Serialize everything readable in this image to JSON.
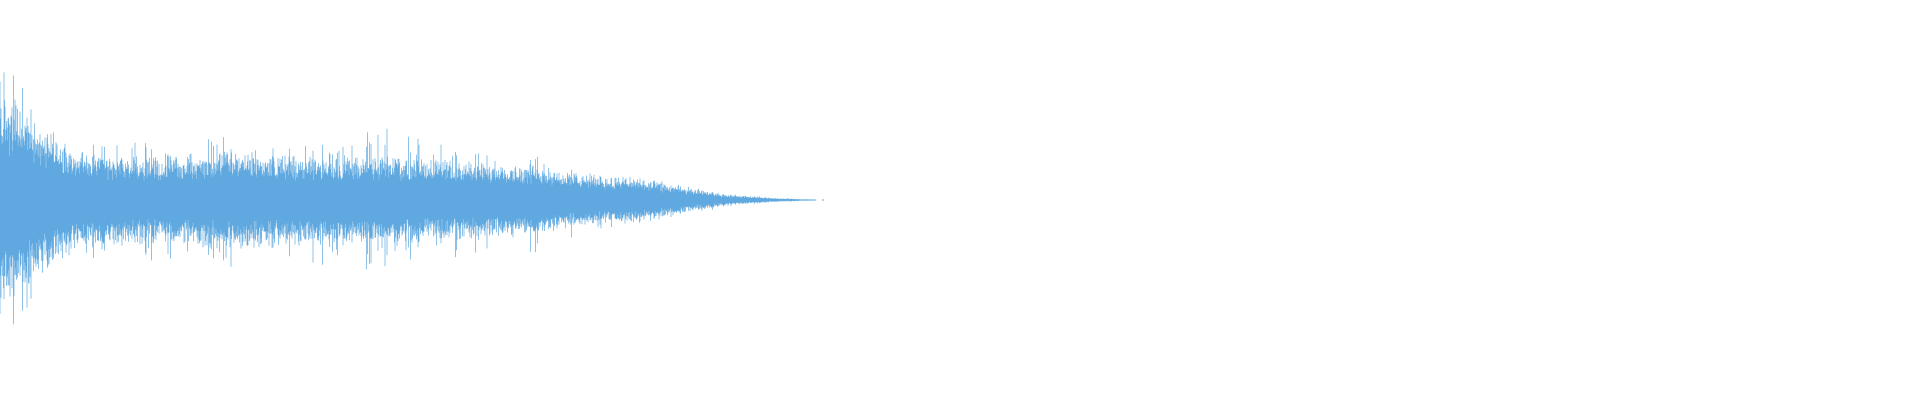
{
  "waveform": {
    "color": "#5fa8e0",
    "background": "#ffffff",
    "duration_fraction": 0.35,
    "peak_amplitude": 0.28,
    "envelope": [
      {
        "t": 0.0,
        "a": 0.24,
        "spike": 0.34
      },
      {
        "t": 0.01,
        "a": 0.22,
        "spike": 0.3
      },
      {
        "t": 0.025,
        "a": 0.16,
        "spike": 0.2
      },
      {
        "t": 0.04,
        "a": 0.11,
        "spike": 0.15
      },
      {
        "t": 0.06,
        "a": 0.1,
        "spike": 0.14
      },
      {
        "t": 0.09,
        "a": 0.1,
        "spike": 0.14
      },
      {
        "t": 0.12,
        "a": 0.11,
        "spike": 0.16
      },
      {
        "t": 0.16,
        "a": 0.1,
        "spike": 0.15
      },
      {
        "t": 0.2,
        "a": 0.1,
        "spike": 0.16
      },
      {
        "t": 0.24,
        "a": 0.09,
        "spike": 0.13
      },
      {
        "t": 0.28,
        "a": 0.08,
        "spike": 0.12
      },
      {
        "t": 0.3,
        "a": 0.06,
        "spike": 0.08
      },
      {
        "t": 0.33,
        "a": 0.05,
        "spike": 0.06
      },
      {
        "t": 0.355,
        "a": 0.03,
        "spike": 0.035
      },
      {
        "t": 0.38,
        "a": 0.012,
        "spike": 0.015
      },
      {
        "t": 0.405,
        "a": 0.004,
        "spike": 0.005
      },
      {
        "t": 0.425,
        "a": 0.001,
        "spike": 0.001
      }
    ]
  }
}
